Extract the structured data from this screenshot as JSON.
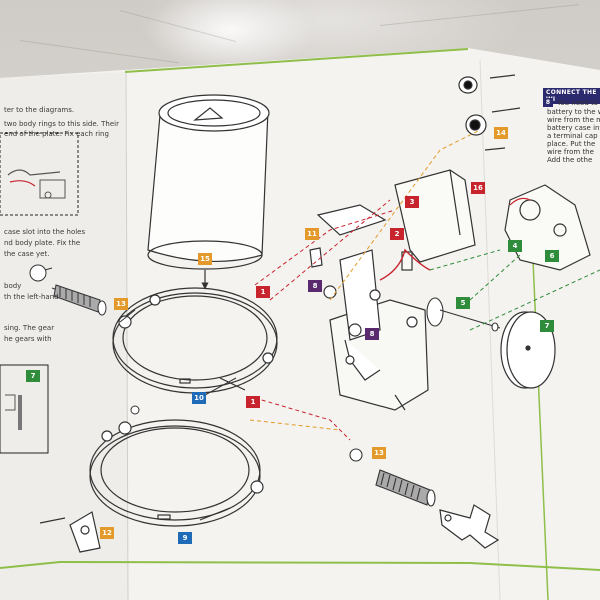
{
  "left_column": {
    "line1": "ter to the diagrams.",
    "line2": "two body rings to this side. Their",
    "line3": "end of the plate. Fix each ring",
    "line4": "case slot into the holes",
    "line5": "nd body plate. Fix the",
    "line6": "the case yet.",
    "line7": "body",
    "line8": "th the left-hand",
    "line9": "sing. The gear",
    "line10": "he gears with"
  },
  "right_column": {
    "header": "CONNECT THE WI",
    "step_badge": "8",
    "line1": "You need to",
    "line2": "battery to the wi",
    "line3": "wire from the m",
    "line4": "battery case inf",
    "line5": "a terminal cap",
    "line6": "place. Put the",
    "line7": "wire from the",
    "line8": "Add the othe"
  },
  "badges": {
    "can": "15",
    "ring_top": "10",
    "ring_bottom": "9",
    "bolt_left": "13",
    "bolt_right": "13",
    "bracket": "12",
    "arm_eleven": "11",
    "red_one_a": "1",
    "red_one_b": "1",
    "red_two": "2",
    "red_three": "3",
    "purple_eight_a": "8",
    "purple_eight_b": "8",
    "green_five": "5",
    "green_four": "4",
    "green_six": "6",
    "green_seven": "7",
    "green_seven_left": "7",
    "motor_sixteen": "16",
    "eye_fourteen": "14"
  },
  "colors": {
    "red": "#c8242d",
    "orange": "#e39a2a",
    "green": "#2f8c3a",
    "blue": "#1f6bb8",
    "purple": "#5a2a6e",
    "navy": "#2c2a6e",
    "green_border": "#8fbf4a"
  }
}
